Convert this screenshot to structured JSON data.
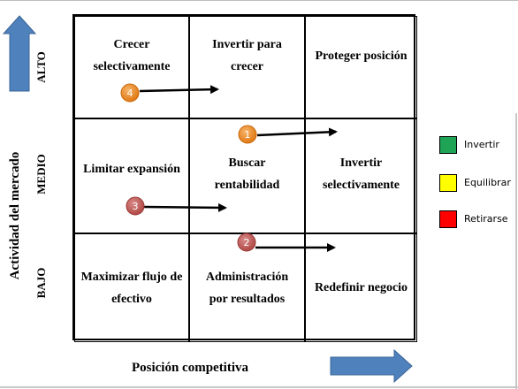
{
  "matrix": {
    "rows": [
      {
        "label": "ALTO",
        "cells": [
          {
            "text": "Crecer selectivamente",
            "color": "#ffff00"
          },
          {
            "text": "Invertir para crecer",
            "color": "#1fa456"
          },
          {
            "text": "Proteger posición",
            "color": "#1fa456"
          }
        ]
      },
      {
        "label": "MEDIO",
        "cells": [
          {
            "text": "Limitar expansión",
            "color": "#ff0000"
          },
          {
            "text": "Buscar rentabilidad",
            "color": "#ffff00"
          },
          {
            "text": "Invertir selectivamente",
            "color": "#1fa456"
          }
        ]
      },
      {
        "label": "BAJO",
        "cells": [
          {
            "text": "Maximizar flujo de efectivo",
            "color": "#ff0000"
          },
          {
            "text": "Administración por resultados",
            "color": "#ff0000"
          },
          {
            "text": "Redefinir negocio",
            "color": "#ffff00"
          }
        ]
      }
    ]
  },
  "y_axis_title": "Actividad del mercado",
  "x_axis_title": "Posición competitiva",
  "legend": [
    {
      "label": "Invertir",
      "color": "#1fa456"
    },
    {
      "label": "Equilibrar",
      "color": "#ffff00"
    },
    {
      "label": "Retirarse",
      "color": "#ff0000"
    }
  ],
  "markers": [
    {
      "number": "4",
      "color": "#ee8a1e"
    },
    {
      "number": "1",
      "color": "#ee8a1e"
    },
    {
      "number": "3",
      "color": "#c0504d"
    },
    {
      "number": "2",
      "color": "#c0504d"
    }
  ],
  "arrow_color": "#4f81bd"
}
